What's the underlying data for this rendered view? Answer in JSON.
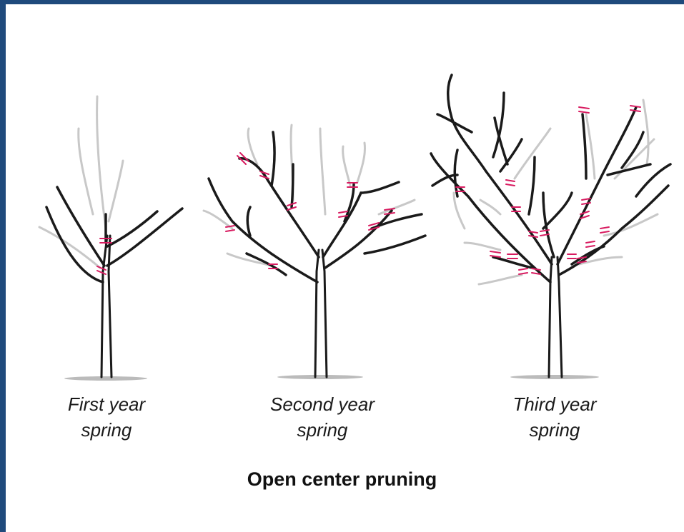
{
  "diagram": {
    "title": "Open center pruning",
    "stages": [
      {
        "line1": "First year",
        "line2": "spring"
      },
      {
        "line1": "Second year",
        "line2": "spring"
      },
      {
        "line1": "Third year",
        "line2": "spring"
      }
    ],
    "colors": {
      "frame": "#1f4a7c",
      "kept_wood": "#1a1a1a",
      "pruned_wood": "#c8c8c8",
      "cut_marks": "#d81b60"
    }
  }
}
